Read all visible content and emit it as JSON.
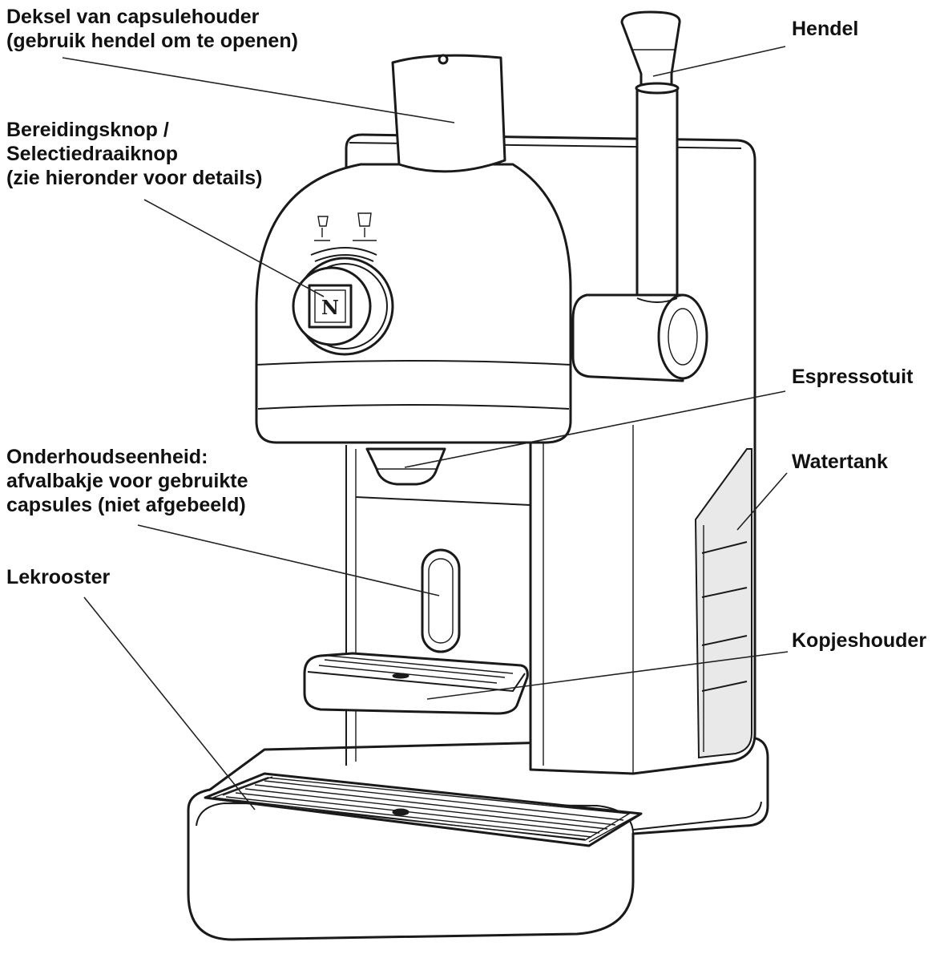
{
  "figure": {
    "labels": {
      "lid": [
        "Deksel van capsulehouder",
        "(gebruik hendel om te openen)"
      ],
      "knob": [
        "Bereidingsknop /",
        "Selectiedraaiknop",
        "(zie hieronder voor details)"
      ],
      "maintenance": [
        "Onderhoudseenheid:",
        "afvalbakje voor gebruikte",
        "capsules (niet afgebeeld)"
      ],
      "drip_grid": [
        "Lekrooster"
      ],
      "lever": [
        "Hendel"
      ],
      "spout": [
        "Espressotuit"
      ],
      "water_tank": [
        "Watertank"
      ],
      "cup_holder": [
        "Kopjeshouder"
      ]
    },
    "logo_letter": "N",
    "colors": {
      "line": "#1a1a1a",
      "background": "#ffffff",
      "tank_tint": "#e9e9e9"
    }
  }
}
